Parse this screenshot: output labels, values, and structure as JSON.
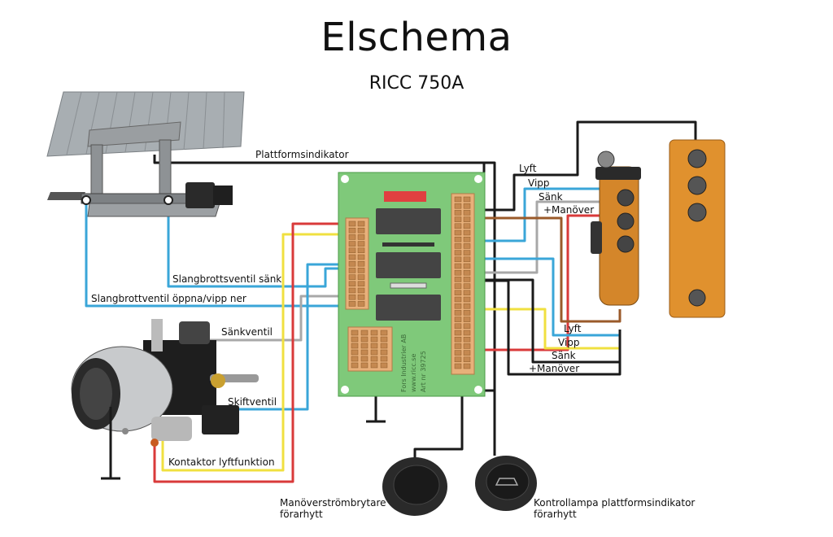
{
  "header": {
    "title": "Elschema",
    "subtitle": "RICC 750A"
  },
  "board": {
    "text_lines": [
      "Fors Industrier AB",
      "www.ricc.se",
      "Art nr 39725"
    ]
  },
  "labels": {
    "plattformsindikator": "Plattformsindikator",
    "slangbrott_sank": "Slangbrottsventil sänk",
    "slangbrott_oppna": "Slangbrottventil öppna/vipp ner",
    "sankventil": "Sänkventil",
    "skiftventil": "Skiftventil",
    "kontaktor": "Kontaktor lyftfunktion",
    "manover_brytare_1": "Manöverströmbrytare",
    "manover_brytare_2": "förarhytt",
    "kontrollampa_1": "Kontrollampa plattformsindikator",
    "kontrollampa_2": "förarhytt"
  },
  "remote_top": {
    "lyft": "Lyft",
    "vipp": "Vipp",
    "sank": "Sänk",
    "manover": "+Manöver"
  },
  "remote_bottom": {
    "lyft": "Lyft",
    "vipp": "Vipp",
    "sank": "Sänk",
    "manover": "+Manöver"
  },
  "colors": {
    "wire_black": "#1a1a1a",
    "wire_blue": "#3aa6d8",
    "wire_red": "#d93a3a",
    "wire_yellow": "#f0e040",
    "wire_brown": "#9a5a2a",
    "wire_gray": "#a8a8a8",
    "board_green": "#7fc97a",
    "connector_orange": "#e8b07a",
    "remote_orange": "#d4862a"
  }
}
